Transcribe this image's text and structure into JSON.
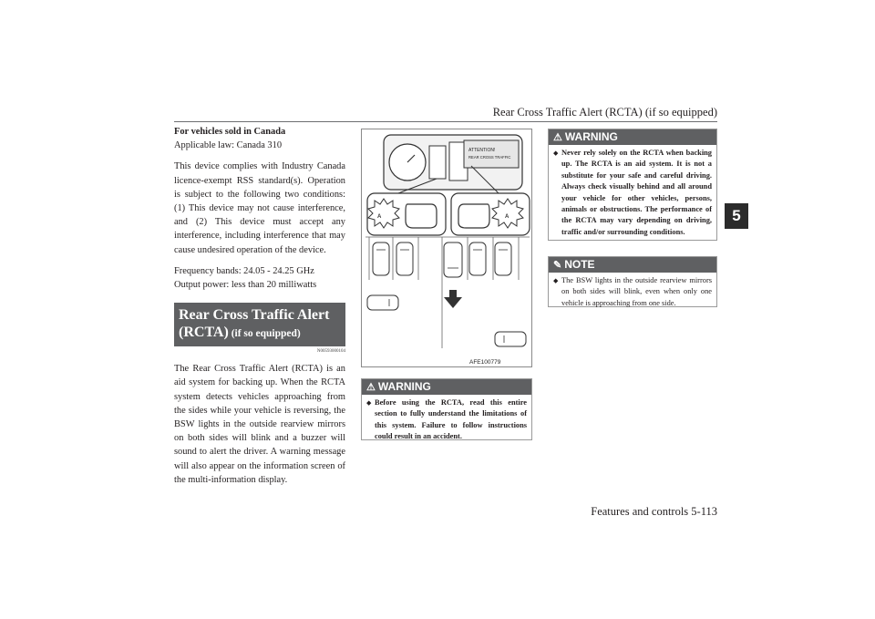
{
  "header": {
    "title": "Rear Cross Traffic Alert (RCTA) (if so equipped)"
  },
  "chapter_tab": "5",
  "footer": {
    "text": "Features and controls    5-113"
  },
  "column1": {
    "heading": "For vehicles sold in Canada",
    "law": "Applicable law: Canada 310",
    "compliance": "This device complies with Industry Canada licence-exempt RSS standard(s). Operation is subject to the following two conditions: (1) This device may not cause interference, and (2) This device must accept any interference, including interference that may cause undesired operation of the device.",
    "frequency": "Frequency bands: 24.05 - 24.25 GHz",
    "power": "Output power: less than 20 milliwatts",
    "section_title_main": "Rear Cross Traffic Alert (RCTA)",
    "section_title_sub": " (if so equipped)",
    "section_code": "N00593000104",
    "body": "The Rear Cross Traffic Alert (RCTA) is an aid system for backing up. When the RCTA system detects vehicles approaching from the sides while your vehicle is reversing, the BSW lights in the outside rearview mirrors on both sides will blink and a buzzer will sound to alert the driver. A warning message will also appear on the information screen of the multi-information display."
  },
  "figure": {
    "display_line1": "ATTENTION!",
    "display_line2": "REAR CROSS TRAFFIC",
    "code": "AFE100779"
  },
  "warning_1": {
    "label": "WARNING",
    "text": "Before using the RCTA, read this entire section to fully understand the limitations of this system. Failure to follow instructions could result in an accident."
  },
  "warning_2": {
    "label": "WARNING",
    "text": "Never rely solely on the RCTA when backing up. The RCTA is an aid system. It is not a substitute for your safe and careful driving. Always check visually behind and all around your vehicle for other vehicles, persons, animals or obstructions. The performance of the RCTA may vary depending on driving, traffic and/or surrounding conditions."
  },
  "note_1": {
    "label": "NOTE",
    "text": "The BSW lights in the outside rearview mirrors on both sides will blink, even when only one vehicle is approaching from one side."
  }
}
